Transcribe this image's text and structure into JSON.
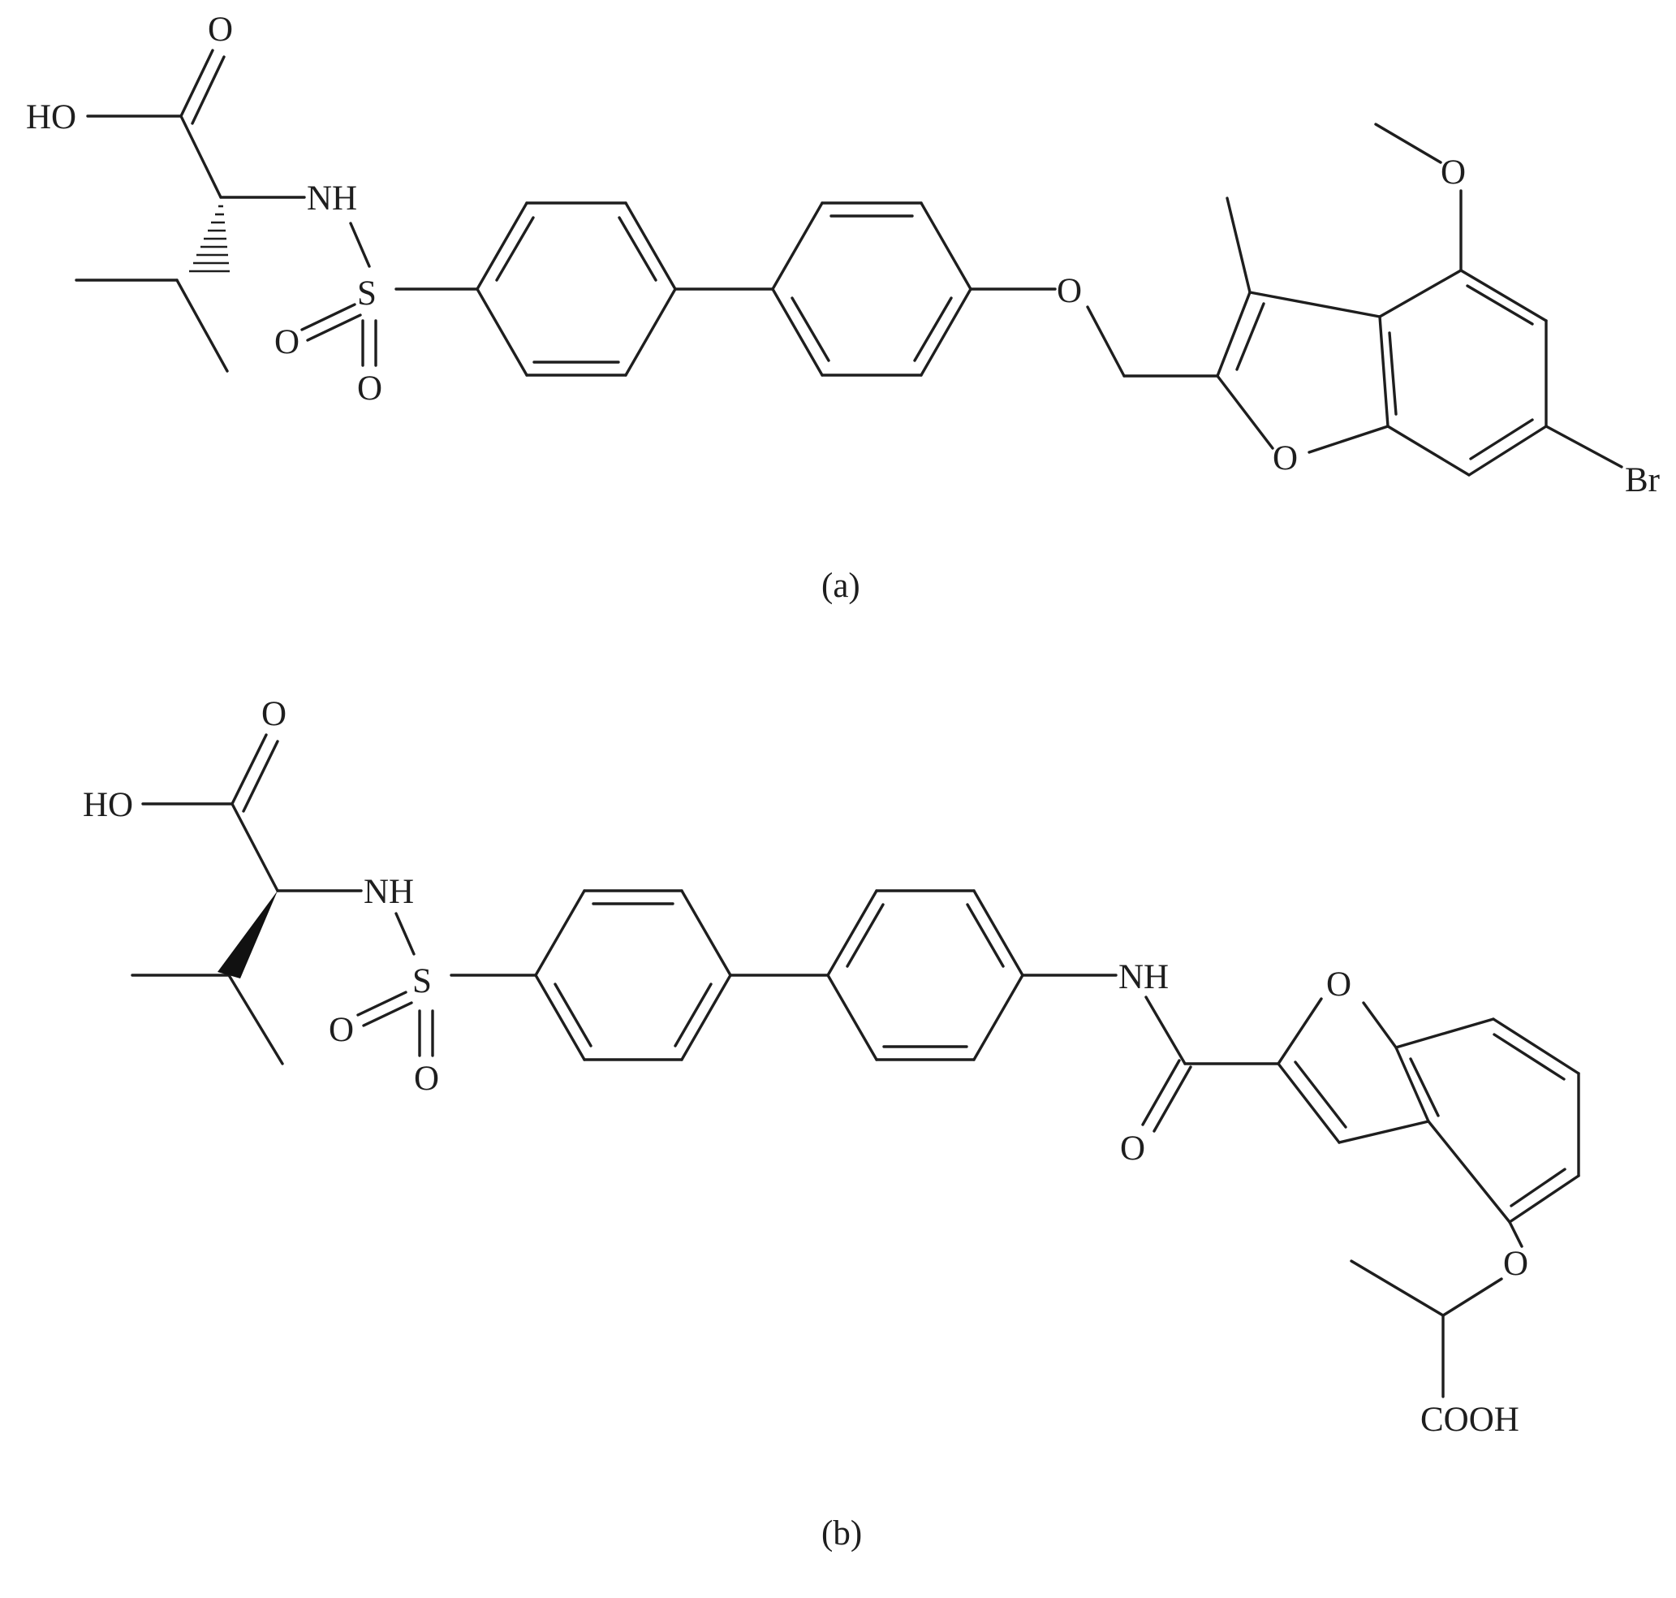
{
  "figure": {
    "panel_a": {
      "caption": "(a)",
      "labels": {
        "carboxyl_oh": "HO",
        "carboxyl_o": "O",
        "nh": "NH",
        "sulfur": "S",
        "sulfonyl_o1": "O",
        "sulfonyl_o2": "O",
        "ether_o": "O",
        "methoxy_o": "O",
        "furan_o": "O",
        "bromine": "Br"
      }
    },
    "panel_b": {
      "caption": "(b)",
      "labels": {
        "carboxyl_oh": "HO",
        "carboxyl_o": "O",
        "nh": "NH",
        "sulfur": "S",
        "sulfonyl_o1": "O",
        "sulfonyl_o2": "O",
        "amide_nh": "NH",
        "amide_o": "O",
        "furan_o": "O",
        "ether_o": "O",
        "cooh": "COOH"
      }
    }
  }
}
